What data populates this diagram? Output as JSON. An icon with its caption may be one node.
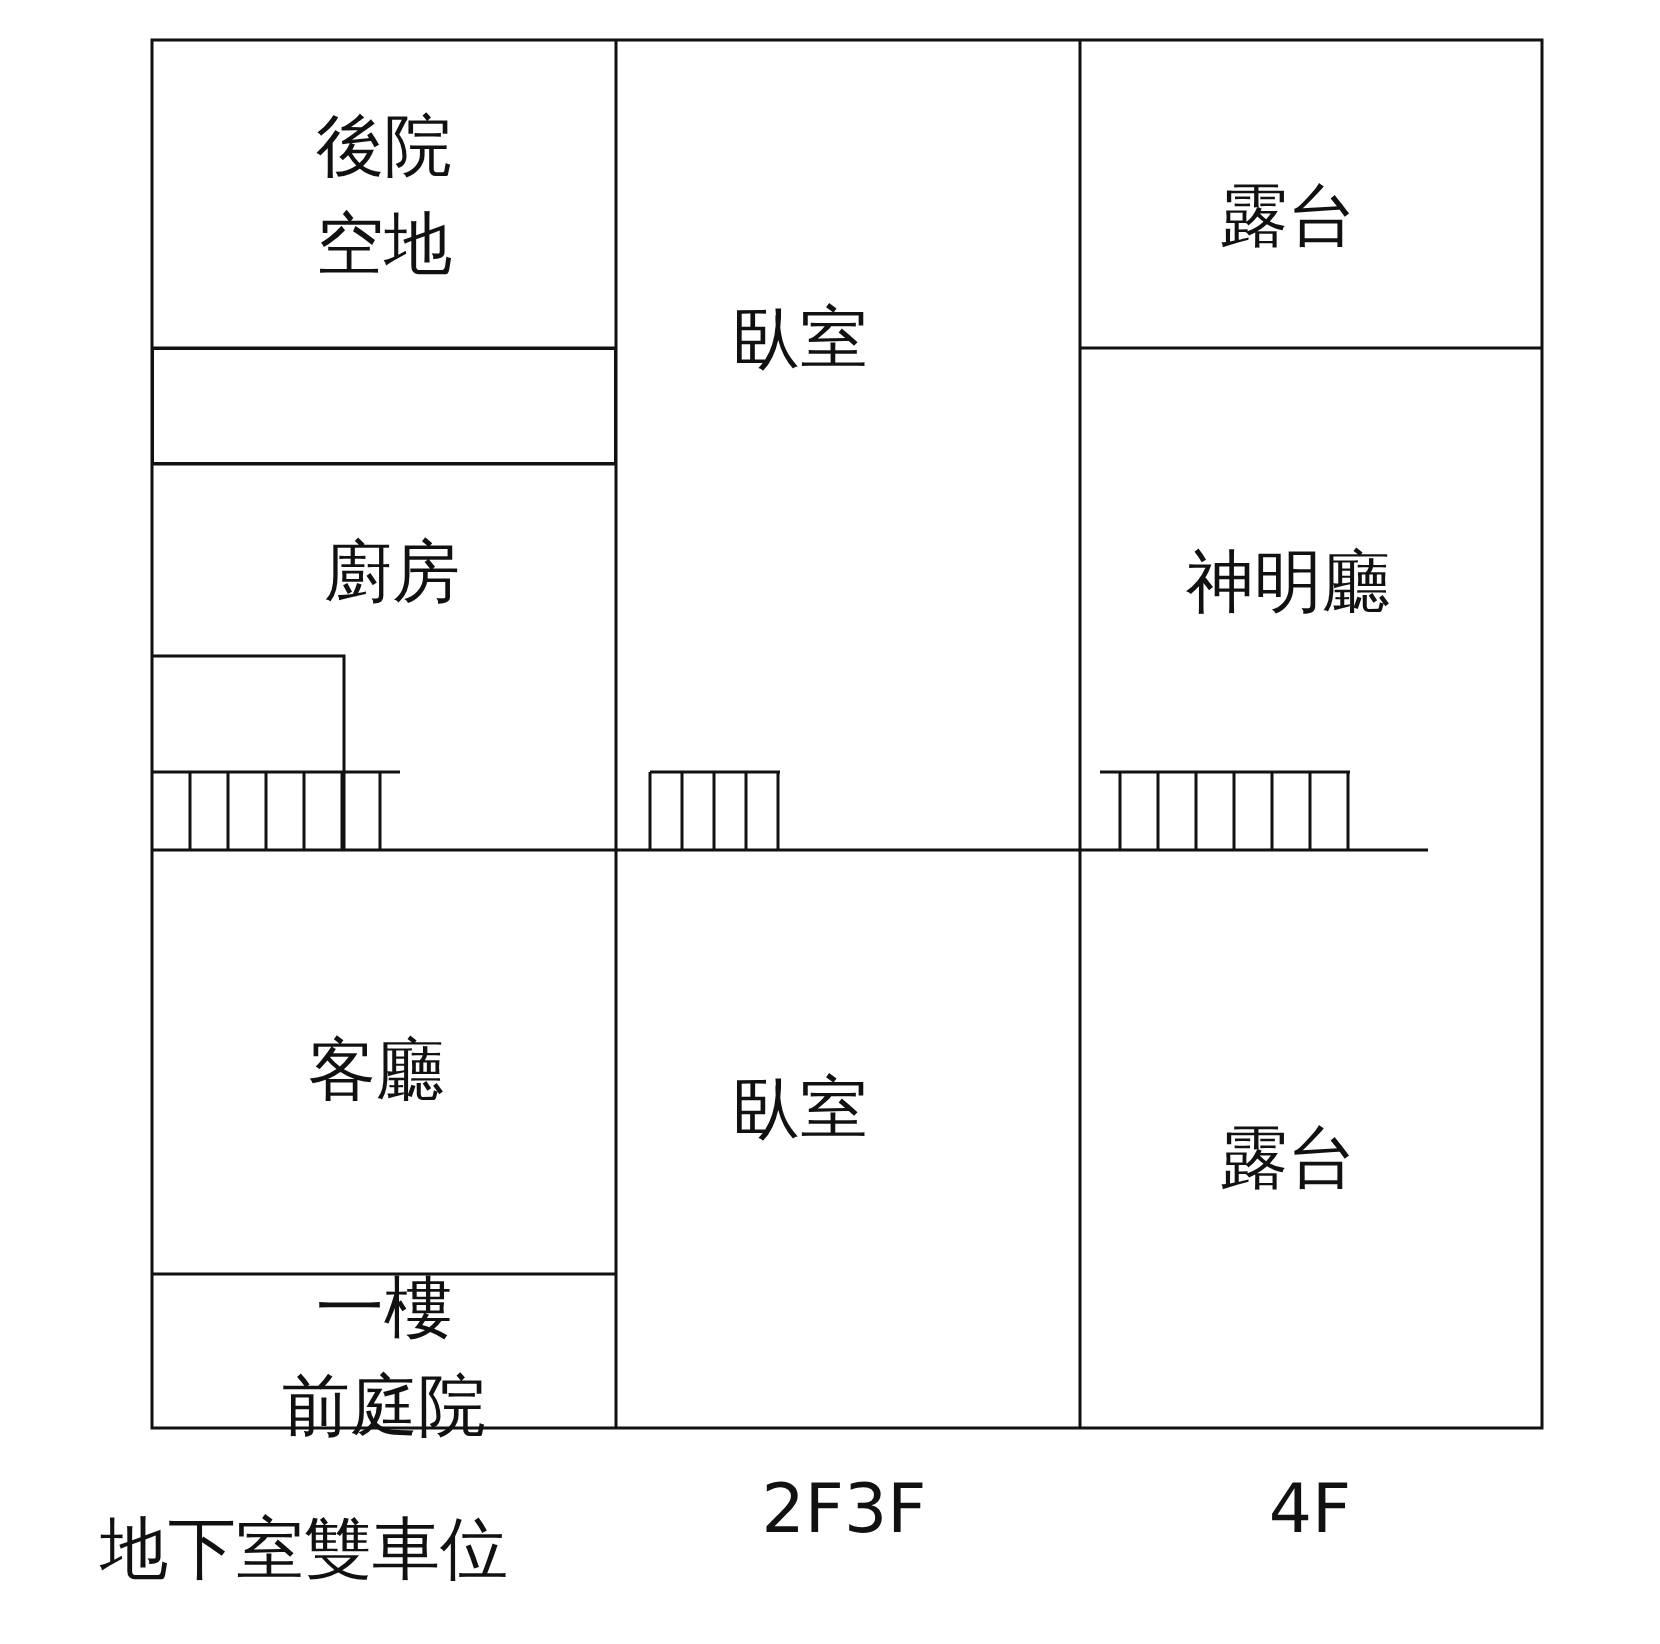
{
  "diagram": {
    "nodes": [
      {
        "text": [
          "後院空地"
        ]
      },
      {
        "text": [
          "臥室"
        ]
      },
      {
        "text": [
          "露台"
        ]
      },
      {
        "text": [],
        "shape": "box"
      },
      {
        "text": [
          "神明廳"
        ]
      },
      {
        "text": [
          "廚房"
        ]
      },
      {
        "text": [
          "客廳"
        ]
      },
      {
        "text": [
          "臥室"
        ]
      },
      {
        "text": [
          "露台"
        ]
      },
      {
        "text": [
          "一樓前庭院"
        ]
      }
    ],
    "edges": [],
    "labels": [
      "地下室雙車位",
      "2F3F",
      "4F"
    ]
  }
}
